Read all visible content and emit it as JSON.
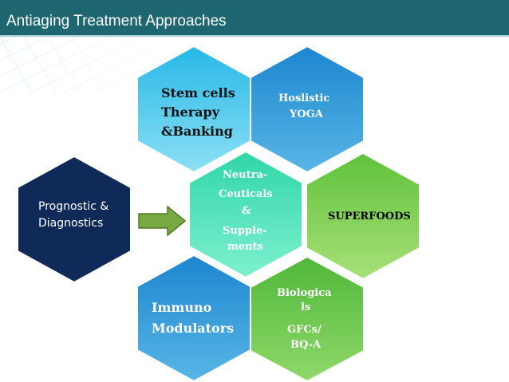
{
  "header": {
    "title": "Antiaging Treatment Approaches"
  },
  "nodes": {
    "prognostic": {
      "line1": "Prognostic &",
      "line2": "Diagnostics",
      "color": "#0f2a58"
    },
    "stem_cells": {
      "line1": "Stem cells",
      "line2": "Therapy",
      "line3": "&Banking",
      "color": "#4fc7e8"
    },
    "holistic": {
      "line1": "Hoslistic",
      "line2": "YOGA",
      "color": "#3aa2d8"
    },
    "nutraceuticals": {
      "line1": "Neutra-",
      "line2": "Ceuticals",
      "line3": "&",
      "line4": "Supple-",
      "line5": "ments",
      "color": "#48e0b8"
    },
    "superfoods": {
      "line1": "SUPERFOODS",
      "color": "#7fd14a"
    },
    "immuno": {
      "line1": "Immuno",
      "line2": "Modulators",
      "color": "#3aa2d8"
    },
    "biologicals": {
      "line1": "Biologica",
      "line2": "ls",
      "line3": "GFCs/",
      "line4": "BQ-A",
      "color": "#6ec94a"
    }
  },
  "connector": {
    "type": "right-arrow",
    "color": "#7aa843"
  }
}
